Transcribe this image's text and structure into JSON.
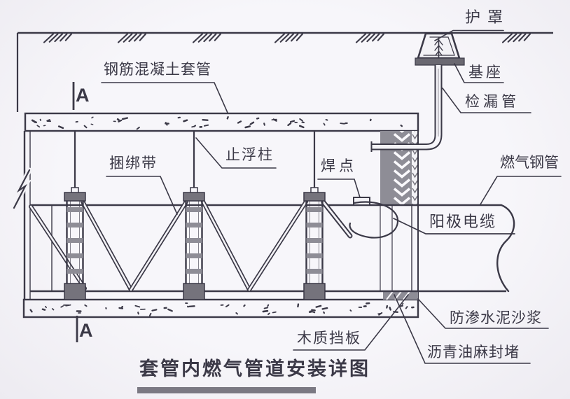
{
  "colors": {
    "bg": "#f3f2f6",
    "ink": "#3b3947",
    "gray": "#8e8d96",
    "dark-fill": "#75737c",
    "base-fill": "#6a6871",
    "title-bar": "#7b7983"
  },
  "labels": {
    "protective_cover": "护罩",
    "base_pedestal": "基座",
    "leak_detection_pipe": "检漏管",
    "rc_casing": "钢筋混凝土套管",
    "binding_strap": "捆绑带",
    "anti_float_column": "止浮柱",
    "weld_point": "焊点",
    "gas_steel_pipe": "燃气钢管",
    "anode_cable": "阳极电缆",
    "impermeable_cement_mortar": "防渗水泥沙浆",
    "wood_baffle": "木质挡板",
    "asphalt_oakum_seal": "沥青油麻封堵",
    "section_marker": "A",
    "title": "套管内燃气管道安装详图"
  }
}
